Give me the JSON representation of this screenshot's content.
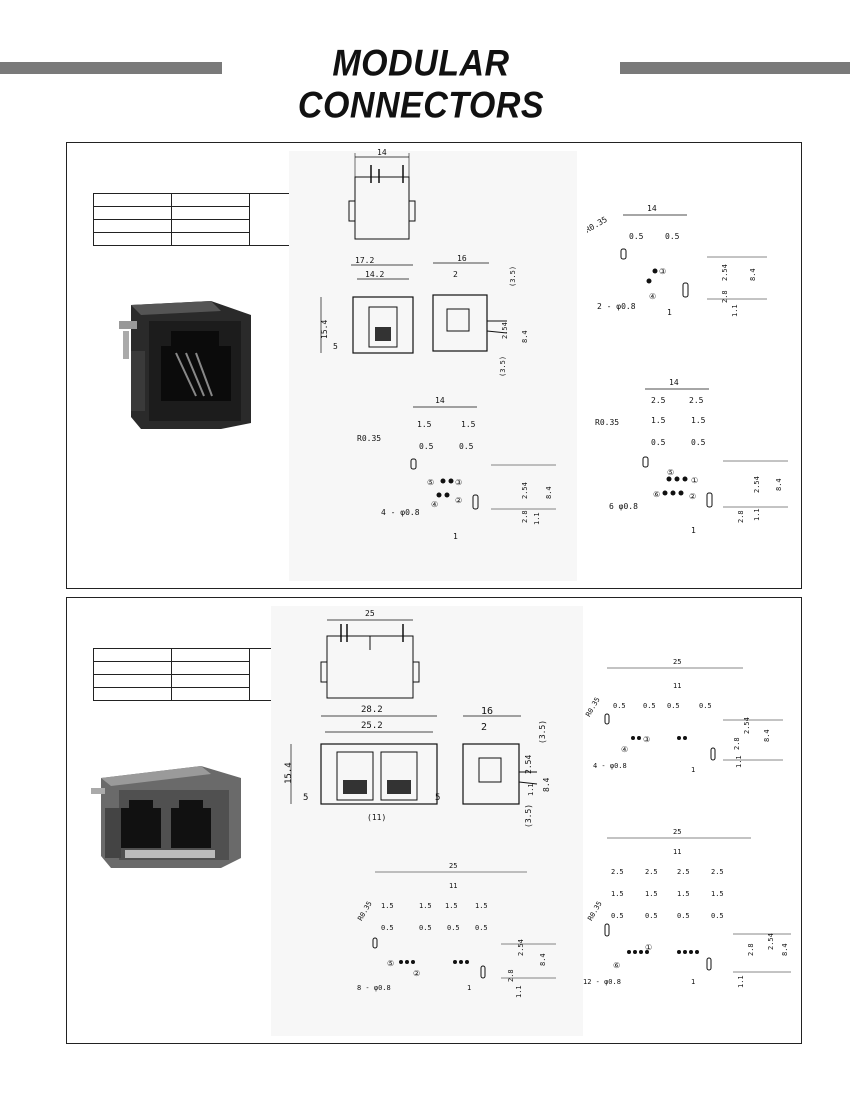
{
  "header": {
    "title": "MODULAR  CONNECTORS"
  },
  "panel1": {
    "front": {
      "w14": "14"
    },
    "front2": {
      "w172": "17.2",
      "w142": "14.2",
      "h154": "15.4",
      "h5": "5"
    },
    "side": {
      "d16": "16",
      "d2": "2",
      "d35a": "(3.5)",
      "d35b": "(3.5)",
      "d84": "8.4",
      "d254": "2.54"
    },
    "fp4": {
      "w14": "14",
      "p05a": "0.5",
      "p05b": "0.5",
      "r": "R0.35",
      "hole": "2 - φ0.8",
      "d254": "2.54",
      "d84": "8.4",
      "d28": "2.8",
      "d11": "1.1",
      "d1": "1",
      "n3": "③",
      "n4": "④"
    },
    "fp6": {
      "w14": "14",
      "p15a": "1.5",
      "p15b": "1.5",
      "p05a": "0.5",
      "p05b": "0.5",
      "r": "R0.35",
      "hole": "4 - φ0.8",
      "d254": "2.54",
      "d84": "8.4",
      "d28": "2.8",
      "d11": "1.1",
      "d1": "1",
      "n5": "⑤",
      "n3": "③",
      "n4": "④",
      "n2": "②"
    },
    "fp8": {
      "w14": "14",
      "p25a": "2.5",
      "p25b": "2.5",
      "p15a": "1.5",
      "p15b": "1.5",
      "p05a": "0.5",
      "p05b": "0.5",
      "r": "R0.35",
      "hole": "6  φ0.8",
      "d254": "2.54",
      "d84": "8.4",
      "d28": "2.8",
      "d11": "1.1",
      "d1": "1",
      "n5": "⑤",
      "n1": "①",
      "n6": "⑥",
      "n2": "②"
    }
  },
  "panel2": {
    "front": {
      "w25": "25"
    },
    "front2": {
      "w282": "28.2",
      "w252": "25.2",
      "h154": "15.4",
      "h5a": "5",
      "h5b": "5",
      "d11": "(11)"
    },
    "side": {
      "d16": "16",
      "d2": "2",
      "d35a": "(3.5)",
      "d35b": "(3.5)",
      "d84": "8.4",
      "d254": "2.54",
      "d11": "1.1"
    },
    "fp4": {
      "w25": "25",
      "w11": "11",
      "p05": [
        "0.5",
        "0.5",
        "0.5",
        "0.5"
      ],
      "r": "R0.35",
      "hole": "4 - φ0.8",
      "d254": "2.54",
      "d84": "8.4",
      "d28": "2.8",
      "d11": "1.1",
      "d1": "1",
      "n4": "④",
      "n3": "③"
    },
    "fp6": {
      "w25": "25",
      "w11": "11",
      "p15": [
        "1.5",
        "1.5",
        "1.5",
        "1.5"
      ],
      "p05": [
        "0.5",
        "0.5",
        "0.5",
        "0.5"
      ],
      "r": "R0.35",
      "hole": "8 - φ0.8",
      "d254": "2.54",
      "d84": "8.4",
      "d28": "2.8",
      "d11": "1.1",
      "d1": "1",
      "n5": "⑤",
      "n2": "②"
    },
    "fp8": {
      "w25": "25",
      "w11": "11",
      "p25": [
        "2.5",
        "2.5",
        "2.5",
        "2.5"
      ],
      "p15": [
        "1.5",
        "1.5",
        "1.5",
        "1.5"
      ],
      "p05": [
        "0.5",
        "0.5",
        "0.5",
        "0.5"
      ],
      "r": "R0.35",
      "hole": "12 - φ0.8",
      "d254": "2.54",
      "d84": "8.4",
      "d28": "2.8",
      "d11": "1.1",
      "d1": "1",
      "n6": "⑥",
      "n1": "①"
    }
  }
}
